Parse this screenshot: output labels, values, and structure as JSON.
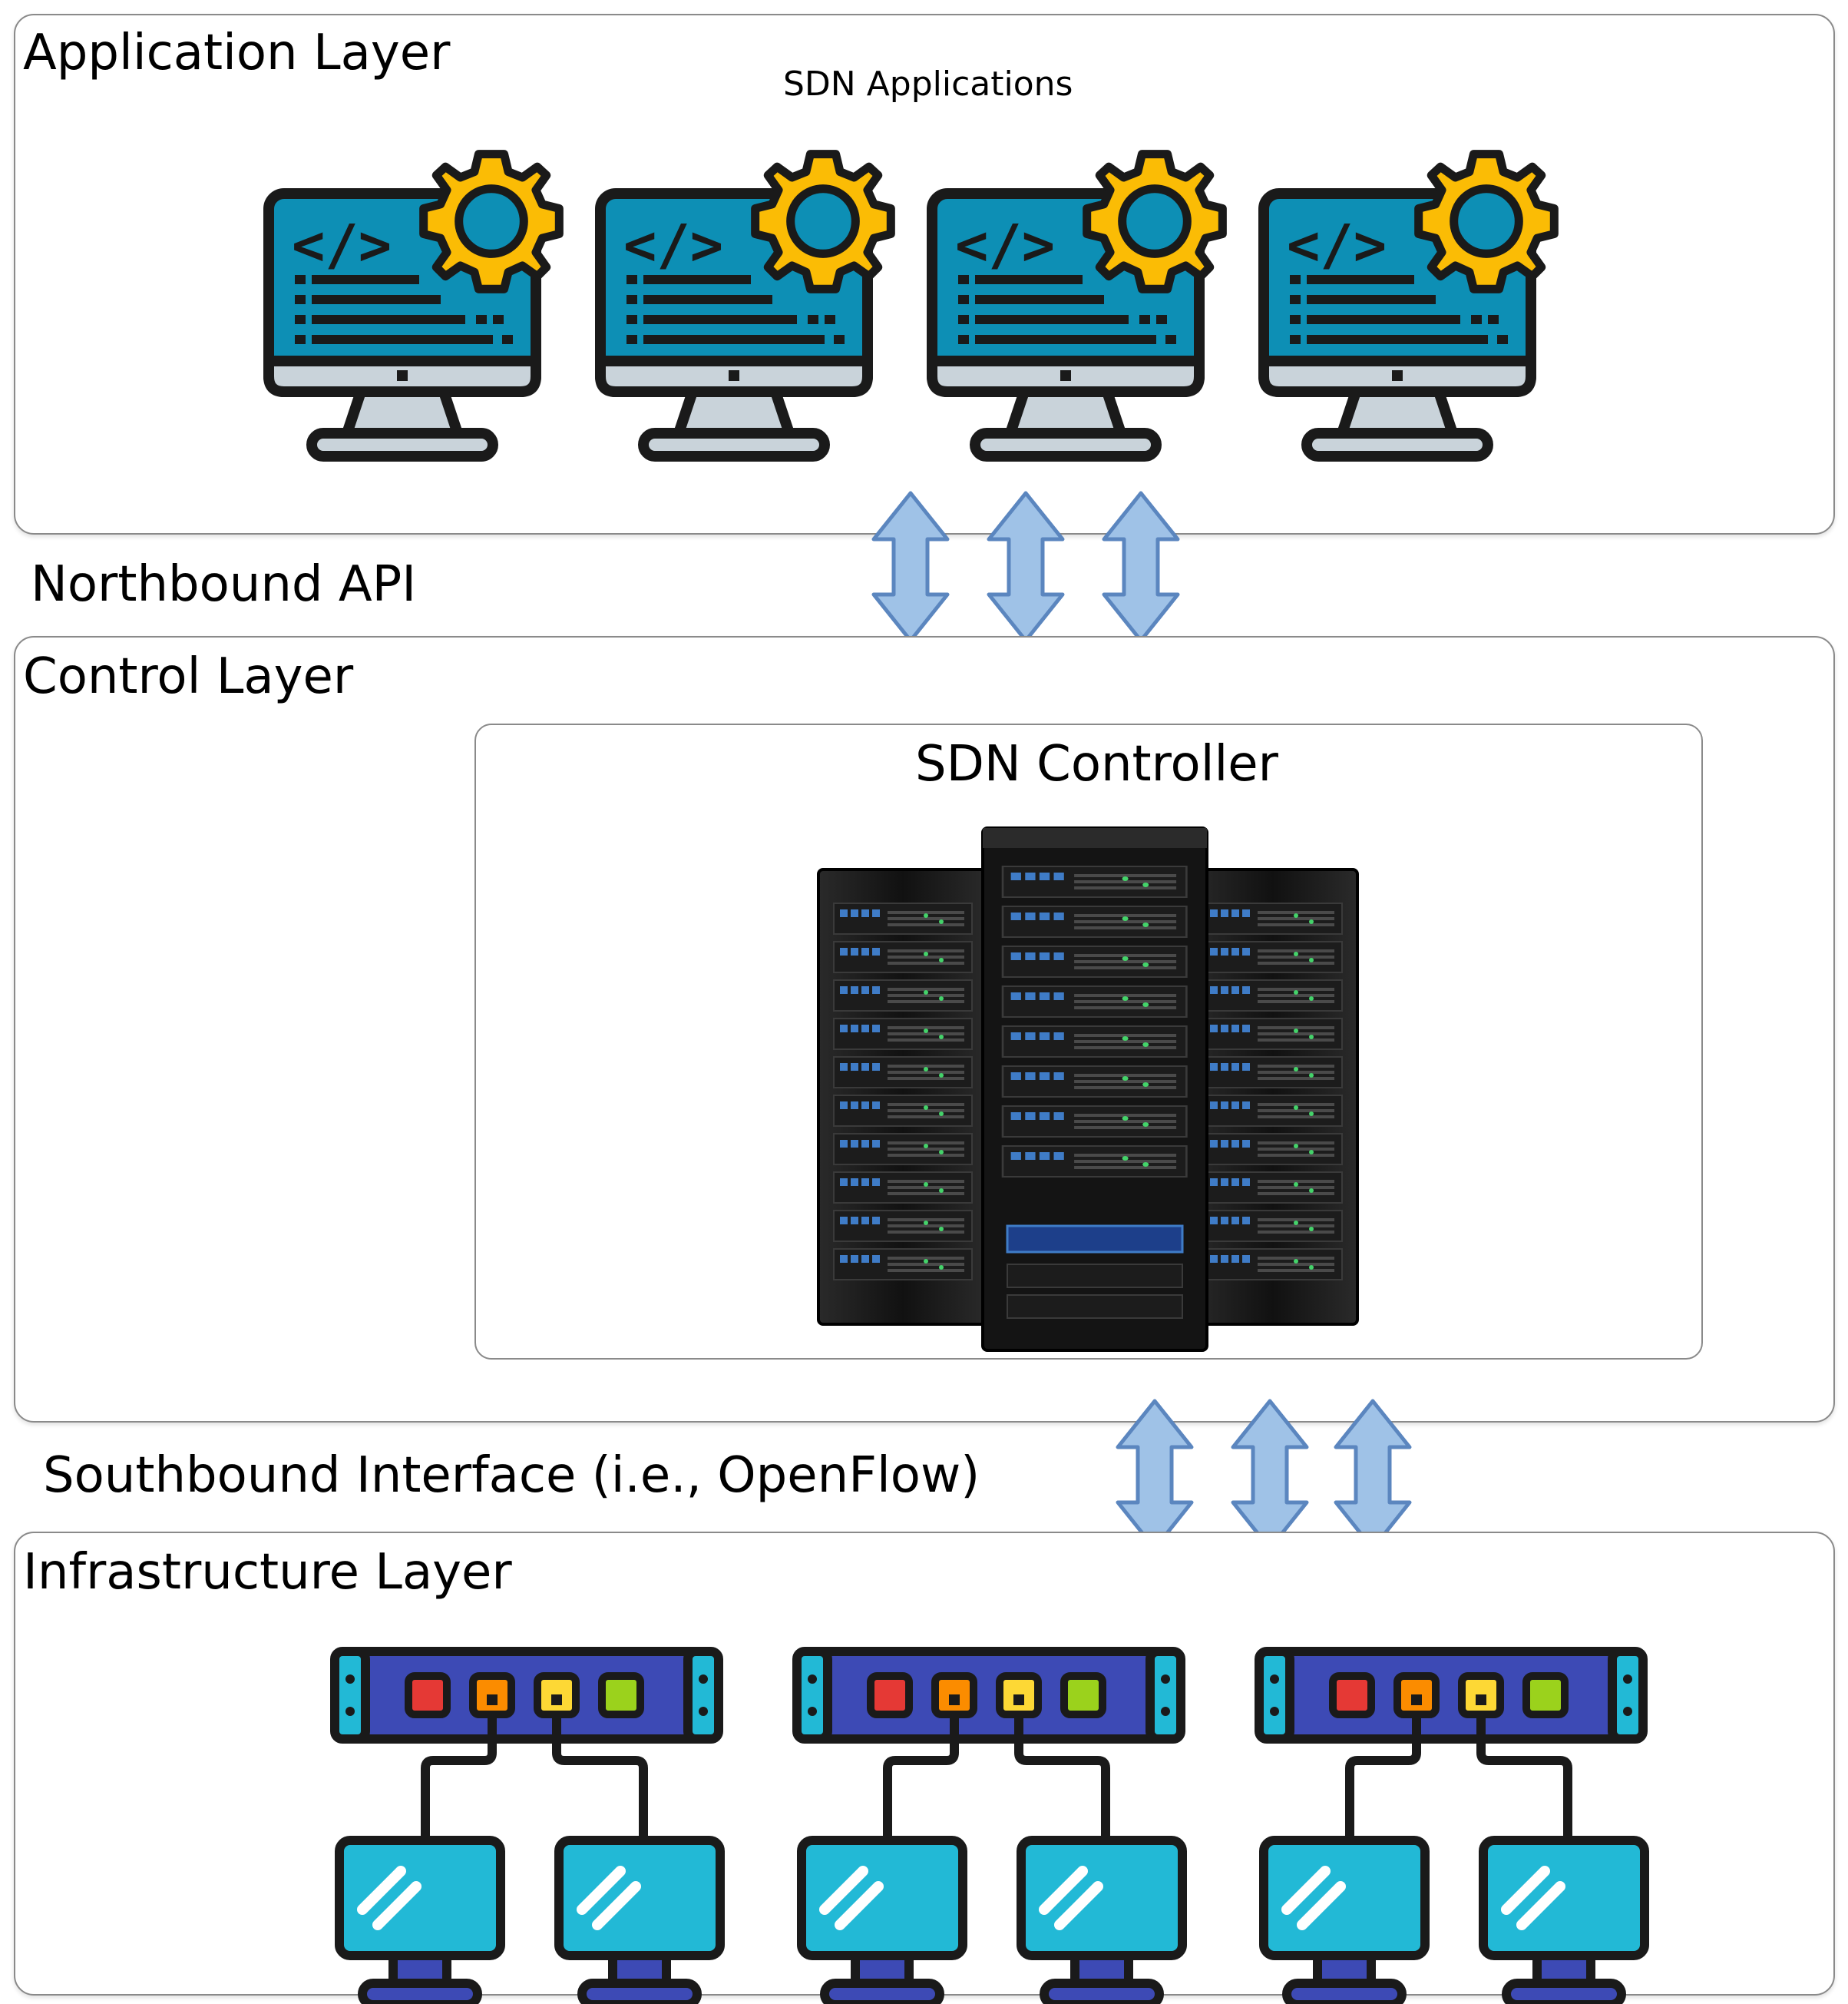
{
  "diagram": {
    "application_layer": {
      "title": "Application Layer",
      "subtitle": "SDN Applications",
      "icon": "code-monitor-gear-icon",
      "apps_count": 4
    },
    "northbound": {
      "label": "Northbound API"
    },
    "control_layer": {
      "title": "Control Layer",
      "controller_title": "SDN Controller",
      "icon": "server-rack-icon"
    },
    "southbound": {
      "label": "Southbound Interface (i.e., OpenFlow)"
    },
    "infrastructure_layer": {
      "title": "Infrastructure Layer",
      "icon": "network-switch-icon",
      "switch_count": 3
    },
    "colors": {
      "monitor_screen": "#0d8fb5",
      "gear": "#fbbc05",
      "switch_body": "#3d4ab5",
      "switch_side": "#22b9d6",
      "arrow_fill": "#9fc2e7",
      "arrow_stroke": "#5b86bf",
      "port_colors": [
        "#e53935",
        "#fb8c00",
        "#fdd835",
        "#9bd21c"
      ]
    }
  }
}
